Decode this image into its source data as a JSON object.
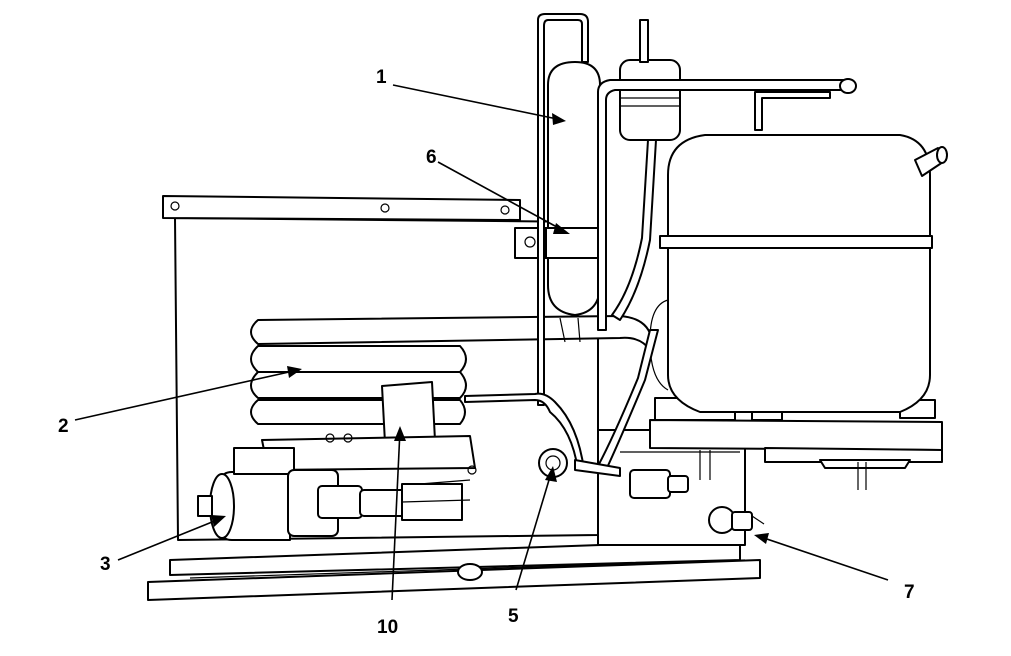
{
  "callouts": [
    {
      "id": "1",
      "label": "1"
    },
    {
      "id": "2",
      "label": "2"
    },
    {
      "id": "3",
      "label": "3"
    },
    {
      "id": "5",
      "label": "5"
    },
    {
      "id": "6",
      "label": "6"
    },
    {
      "id": "7",
      "label": "7"
    },
    {
      "id": "10",
      "label": "10"
    }
  ],
  "colors": {
    "line": "#000000",
    "background": "#ffffff"
  }
}
